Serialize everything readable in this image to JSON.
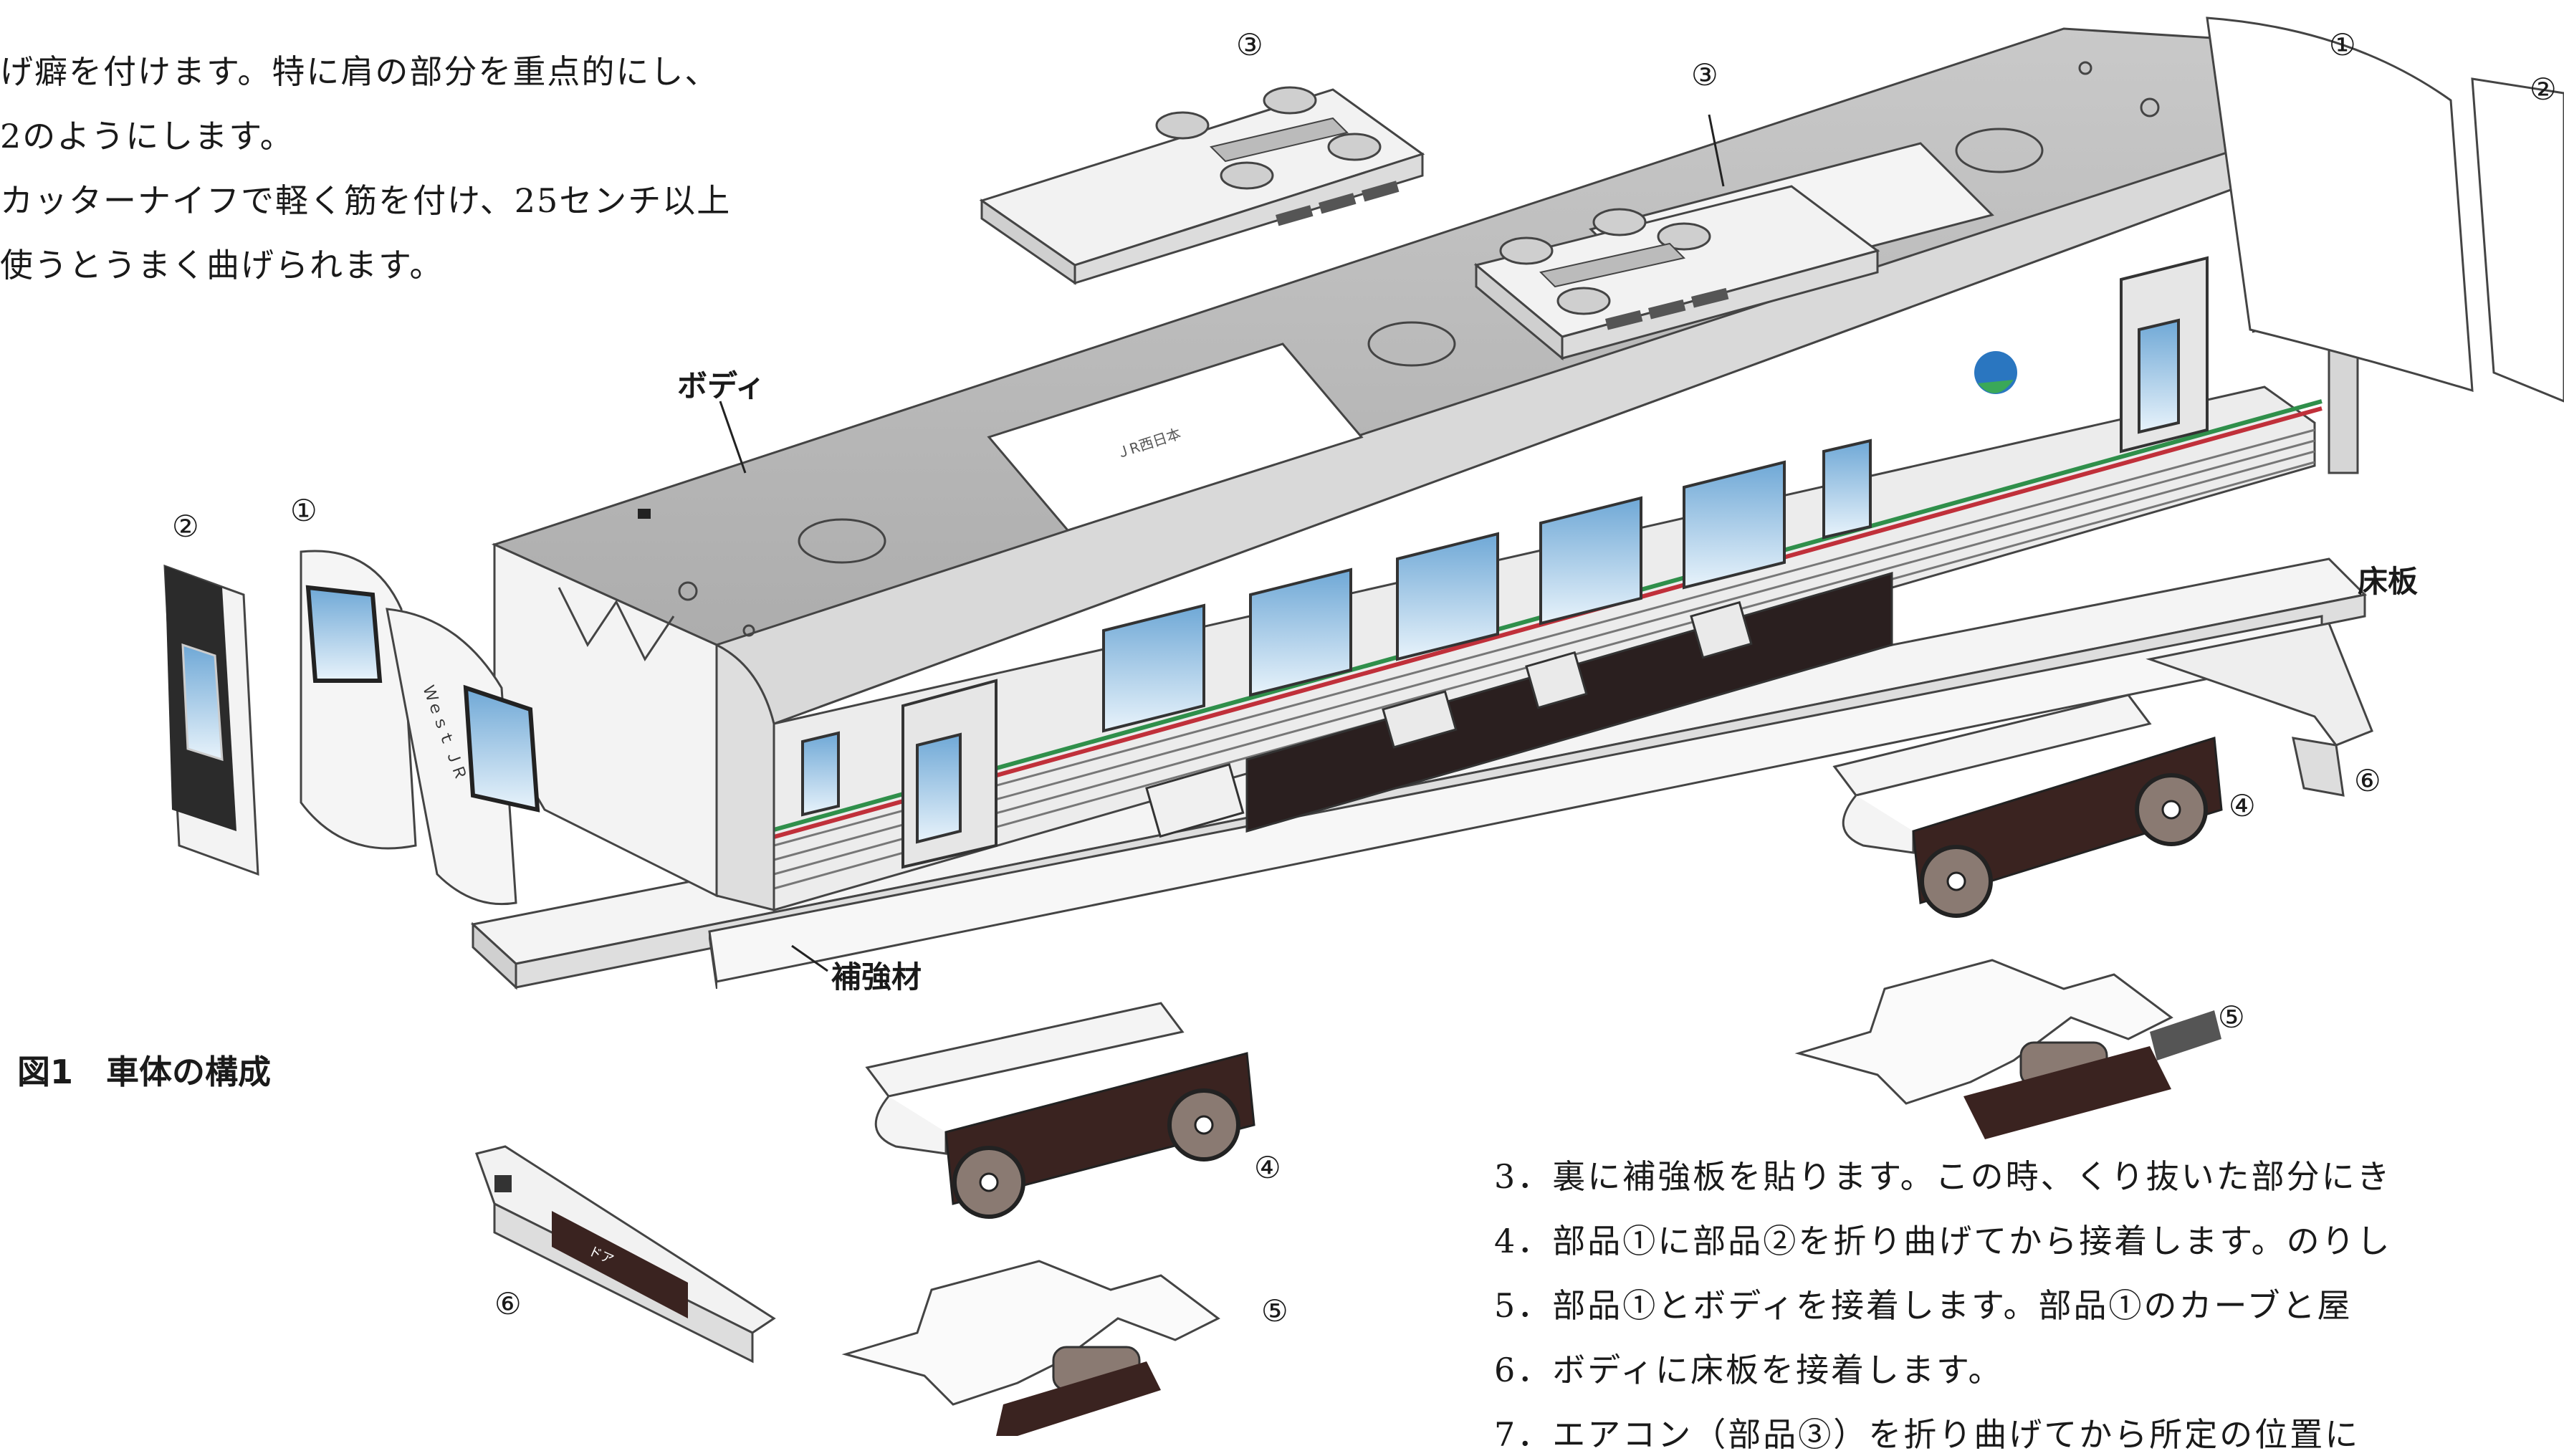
{
  "intro": {
    "lines": [
      "げ癖を付けます。特に肩の部分を重点的にし、",
      "2のようにします。",
      "カッターナイフで軽く筋を付け、25センチ以上",
      "使うとうまく曲げられます。"
    ]
  },
  "figure": {
    "caption": "図1　車体の構成",
    "labels": {
      "body": "ボディ",
      "floor": "床板",
      "reinforcement": "補強材"
    },
    "part_markers": {
      "p1": "①",
      "p2": "②",
      "p3": "③",
      "p4": "④",
      "p5": "⑤",
      "p6": "⑥"
    }
  },
  "steps": {
    "lines": [
      "3．裏に補強板を貼ります。この時、くり抜いた部分にき",
      "4．部品①に部品②を折り曲げてから接着します。のりし",
      "5．部品①とボディを接着します。部品①のカーブと屋",
      "6．ボディに床板を接着します。",
      "7．エアコン（部品③）を折り曲げてから所定の位置に"
    ]
  },
  "colors": {
    "roof": "#b9b9b9",
    "roof_dark": "#8f8f8f",
    "body_side": "#e9e9e9",
    "stripe_green": "#2f8f4a",
    "stripe_red": "#c0303a",
    "window": "#cfe6f7",
    "truck": "#3a2320",
    "wheel": "#8a7a72"
  },
  "icons": [
    "circled-number-1-icon",
    "circled-number-2-icon",
    "circled-number-3-icon",
    "circled-number-4-icon",
    "circled-number-5-icon",
    "circled-number-6-icon"
  ]
}
